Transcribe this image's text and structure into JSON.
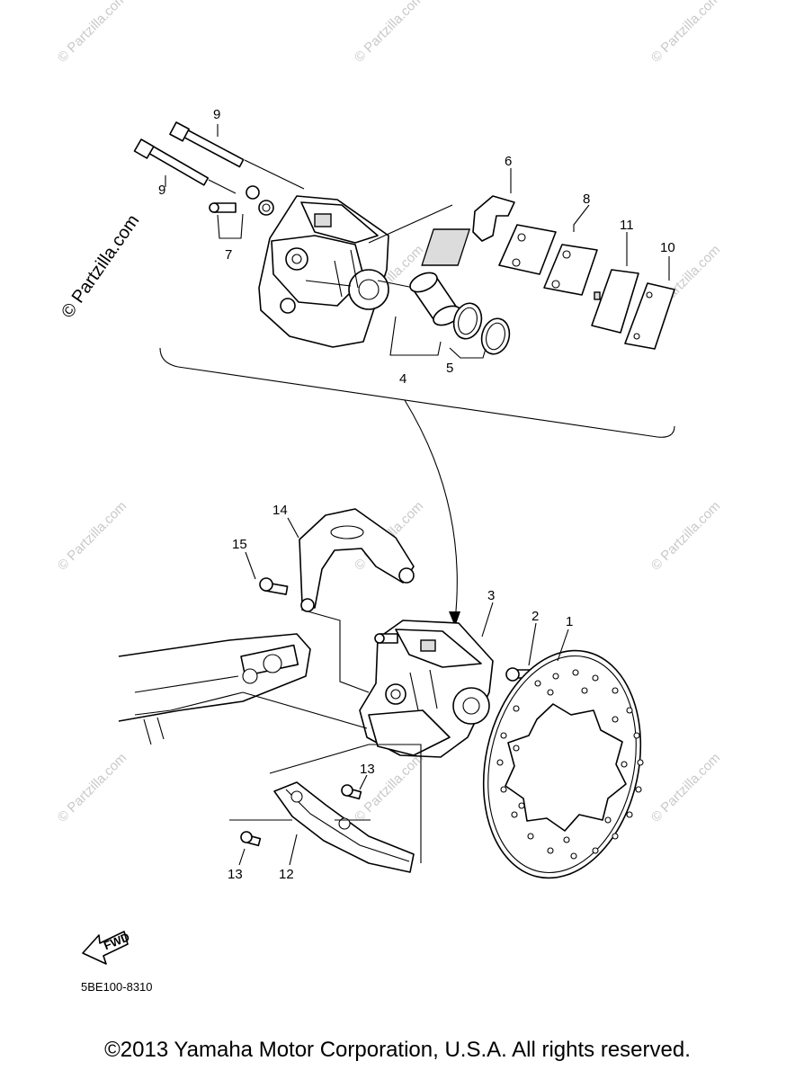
{
  "watermark": {
    "text": "© Partzilla.com",
    "main_text": "© Partzilla.com"
  },
  "callouts": [
    {
      "id": "c1",
      "text": "1"
    },
    {
      "id": "c2",
      "text": "2"
    },
    {
      "id": "c3",
      "text": "3"
    },
    {
      "id": "c4",
      "text": "4"
    },
    {
      "id": "c5",
      "text": "5"
    },
    {
      "id": "c6",
      "text": "6"
    },
    {
      "id": "c7",
      "text": "7"
    },
    {
      "id": "c8",
      "text": "8"
    },
    {
      "id": "c9a",
      "text": "9"
    },
    {
      "id": "c9b",
      "text": "9"
    },
    {
      "id": "c10",
      "text": "10"
    },
    {
      "id": "c11",
      "text": "11"
    },
    {
      "id": "c12",
      "text": "12"
    },
    {
      "id": "c13a",
      "text": "13"
    },
    {
      "id": "c13b",
      "text": "13"
    },
    {
      "id": "c14",
      "text": "14"
    },
    {
      "id": "c15",
      "text": "15"
    }
  ],
  "fwd_label": "FWD",
  "diagram_code": "5BE100-8310",
  "copyright": "©2013 Yamaha Motor Corporation, U.S.A. All rights reserved."
}
